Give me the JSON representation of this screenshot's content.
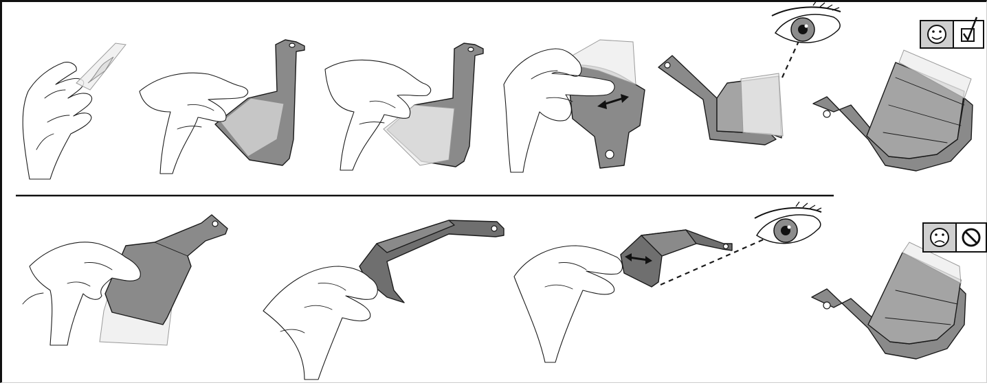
{
  "steps_top": [
    "peel-liner",
    "apply-film",
    "press-film",
    "smooth-film",
    "inspect-edge",
    "result-ok"
  ],
  "steps_bottom": [
    "apply-film-wrong",
    "bend-bracket",
    "inspect-wrong",
    "result-bad"
  ],
  "badges": {
    "ok": {
      "icons": [
        "smiley-happy-icon",
        "checkbox-checked-icon"
      ]
    },
    "bad": {
      "icons": [
        "smiley-sad-icon",
        "prohibited-icon"
      ]
    }
  },
  "colors": {
    "metal": "#8a8a8a",
    "film": "#d9d9d9",
    "badge_fill": "#cfcfcf",
    "line": "#111111"
  }
}
